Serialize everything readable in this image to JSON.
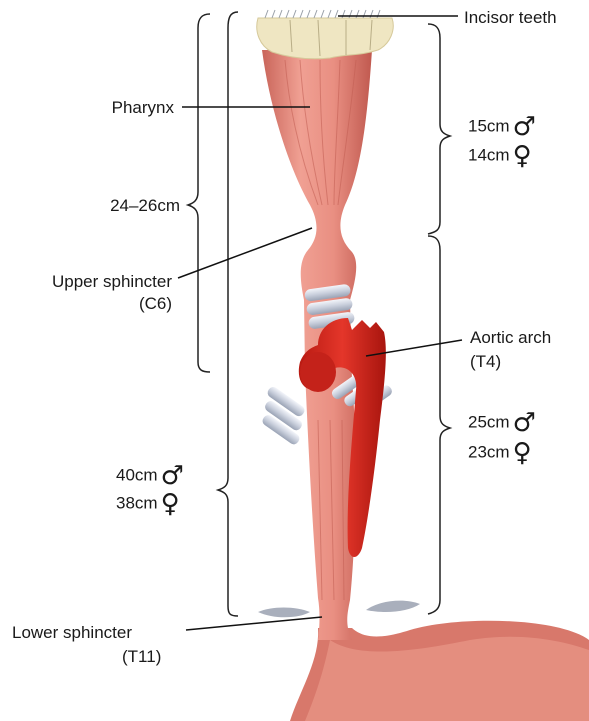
{
  "labels": {
    "incisor_teeth": "Incisor teeth",
    "pharynx": "Pharynx",
    "pharynx_length": "24–26cm",
    "upper_sphincter": "Upper sphincter",
    "upper_sphincter_level": "(C6)",
    "aortic_arch": "Aortic arch",
    "aortic_arch_level": "(T4)",
    "lower_sphincter": "Lower sphincter",
    "lower_sphincter_level": "(T11)"
  },
  "measurements": {
    "upper_male": "15cm",
    "upper_female": "14cm",
    "lower_male": "25cm",
    "lower_female": "23cm",
    "total_male": "40cm",
    "total_female": "38cm"
  },
  "symbols": {
    "male": "♂",
    "female": "♀"
  },
  "colors": {
    "esophagus": "#e8877a",
    "esophagus_dark": "#c9655a",
    "aorta": "#d9261c",
    "teeth": "#efe6c2",
    "cartilage": "#d7dce6",
    "bracket": "#222222"
  }
}
